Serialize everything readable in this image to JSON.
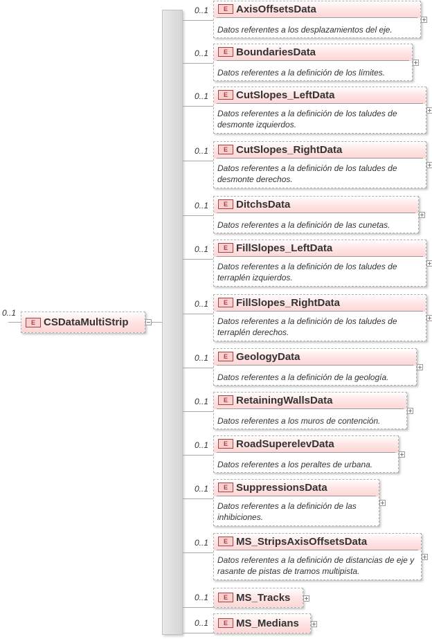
{
  "root": {
    "name": "CSDataMultiStrip",
    "multiplicity": "0..1",
    "badge": "E"
  },
  "compositor": {
    "icon": "sequence-compositor-icon"
  },
  "children": [
    {
      "name": "AxisOffsetsData",
      "multiplicity": "0..1",
      "badge": "E",
      "description": "Datos referentes a los desplazamientos del eje."
    },
    {
      "name": "BoundariesData",
      "multiplicity": "0..1",
      "badge": "E",
      "description": "Datos referentes a la definición de los límites."
    },
    {
      "name": "CutSlopes_LeftData",
      "multiplicity": "0..1",
      "badge": "E",
      "description": "Datos referentes a la definición de los taludes de desmonte izquierdos."
    },
    {
      "name": "CutSlopes_RightData",
      "multiplicity": "0..1",
      "badge": "E",
      "description": "Datos referentes a la definición de los taludes de desmonte derechos."
    },
    {
      "name": "DitchsData",
      "multiplicity": "0..1",
      "badge": "E",
      "description": "Datos referentes a la definición de las cunetas."
    },
    {
      "name": "FillSlopes_LeftData",
      "multiplicity": "0..1",
      "badge": "E",
      "description": "Datos referentes a la definición de los taludes de terraplén izquierdos."
    },
    {
      "name": "FillSlopes_RightData",
      "multiplicity": "0..1",
      "badge": "E",
      "description": "Datos referentes a la definición de los taludes de terraplén derechos."
    },
    {
      "name": "GeologyData",
      "multiplicity": "0..1",
      "badge": "E",
      "description": "Datos referentes a la definición de la geología."
    },
    {
      "name": "RetainingWallsData",
      "multiplicity": "0..1",
      "badge": "E",
      "description": "Datos referentes a los muros de contención."
    },
    {
      "name": "RoadSuperelevData",
      "multiplicity": "0..1",
      "badge": "E",
      "description": "Datos referentes a los peraltes de urbana."
    },
    {
      "name": "SuppressionsData",
      "multiplicity": "0..1",
      "badge": "E",
      "description": "Datos referentes a la definición de las inhibiciones."
    },
    {
      "name": "MS_StripsAxisOffsetsData",
      "multiplicity": "0..1",
      "badge": "E",
      "description": "Datos referentes a la definición de distancias de eje y rasante de pistas de tramos multipista."
    },
    {
      "name": "MS_Tracks",
      "multiplicity": "0..1",
      "badge": "E",
      "description": ""
    },
    {
      "name": "MS_Medians",
      "multiplicity": "0..1",
      "badge": "E",
      "description": ""
    }
  ]
}
